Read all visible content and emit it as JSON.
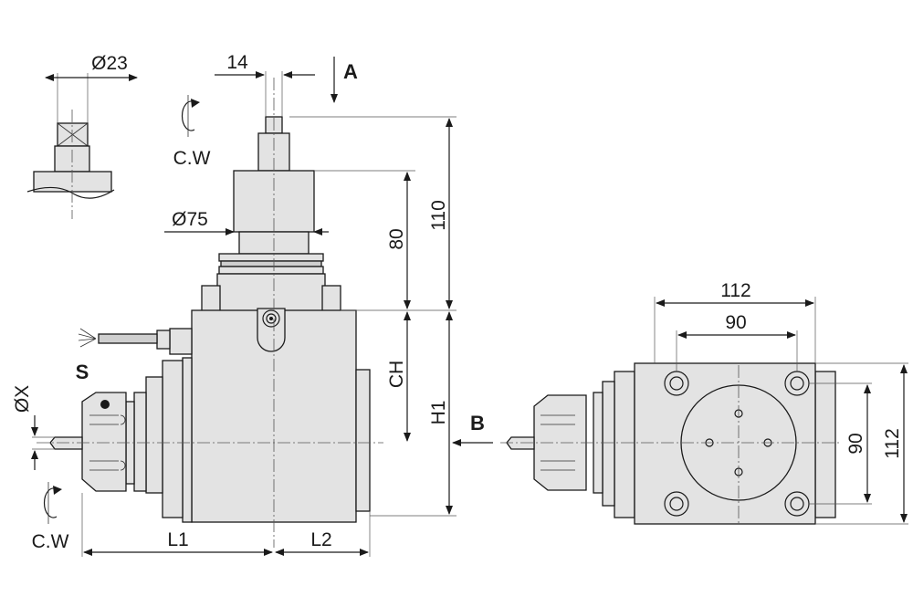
{
  "drawing": {
    "dimensions": {
      "d23": "Ø23",
      "d14": "14",
      "d75": "Ø75",
      "d80": "80",
      "d110": "110",
      "dCH": "CH",
      "dH1": "H1",
      "dX": "ØX",
      "dL1": "L1",
      "dL2": "L2",
      "d112_top": "112",
      "d90_top": "90",
      "d90_side": "90",
      "d112_side": "112"
    },
    "labels": {
      "view_a": "A",
      "view_b": "B",
      "spindle_s": "S",
      "rotation_top": "C.W",
      "rotation_bottom": "C.W"
    },
    "icons": [
      "rotation-arrow-icon",
      "view-arrow-icon",
      "coolant-spray-icon"
    ]
  }
}
